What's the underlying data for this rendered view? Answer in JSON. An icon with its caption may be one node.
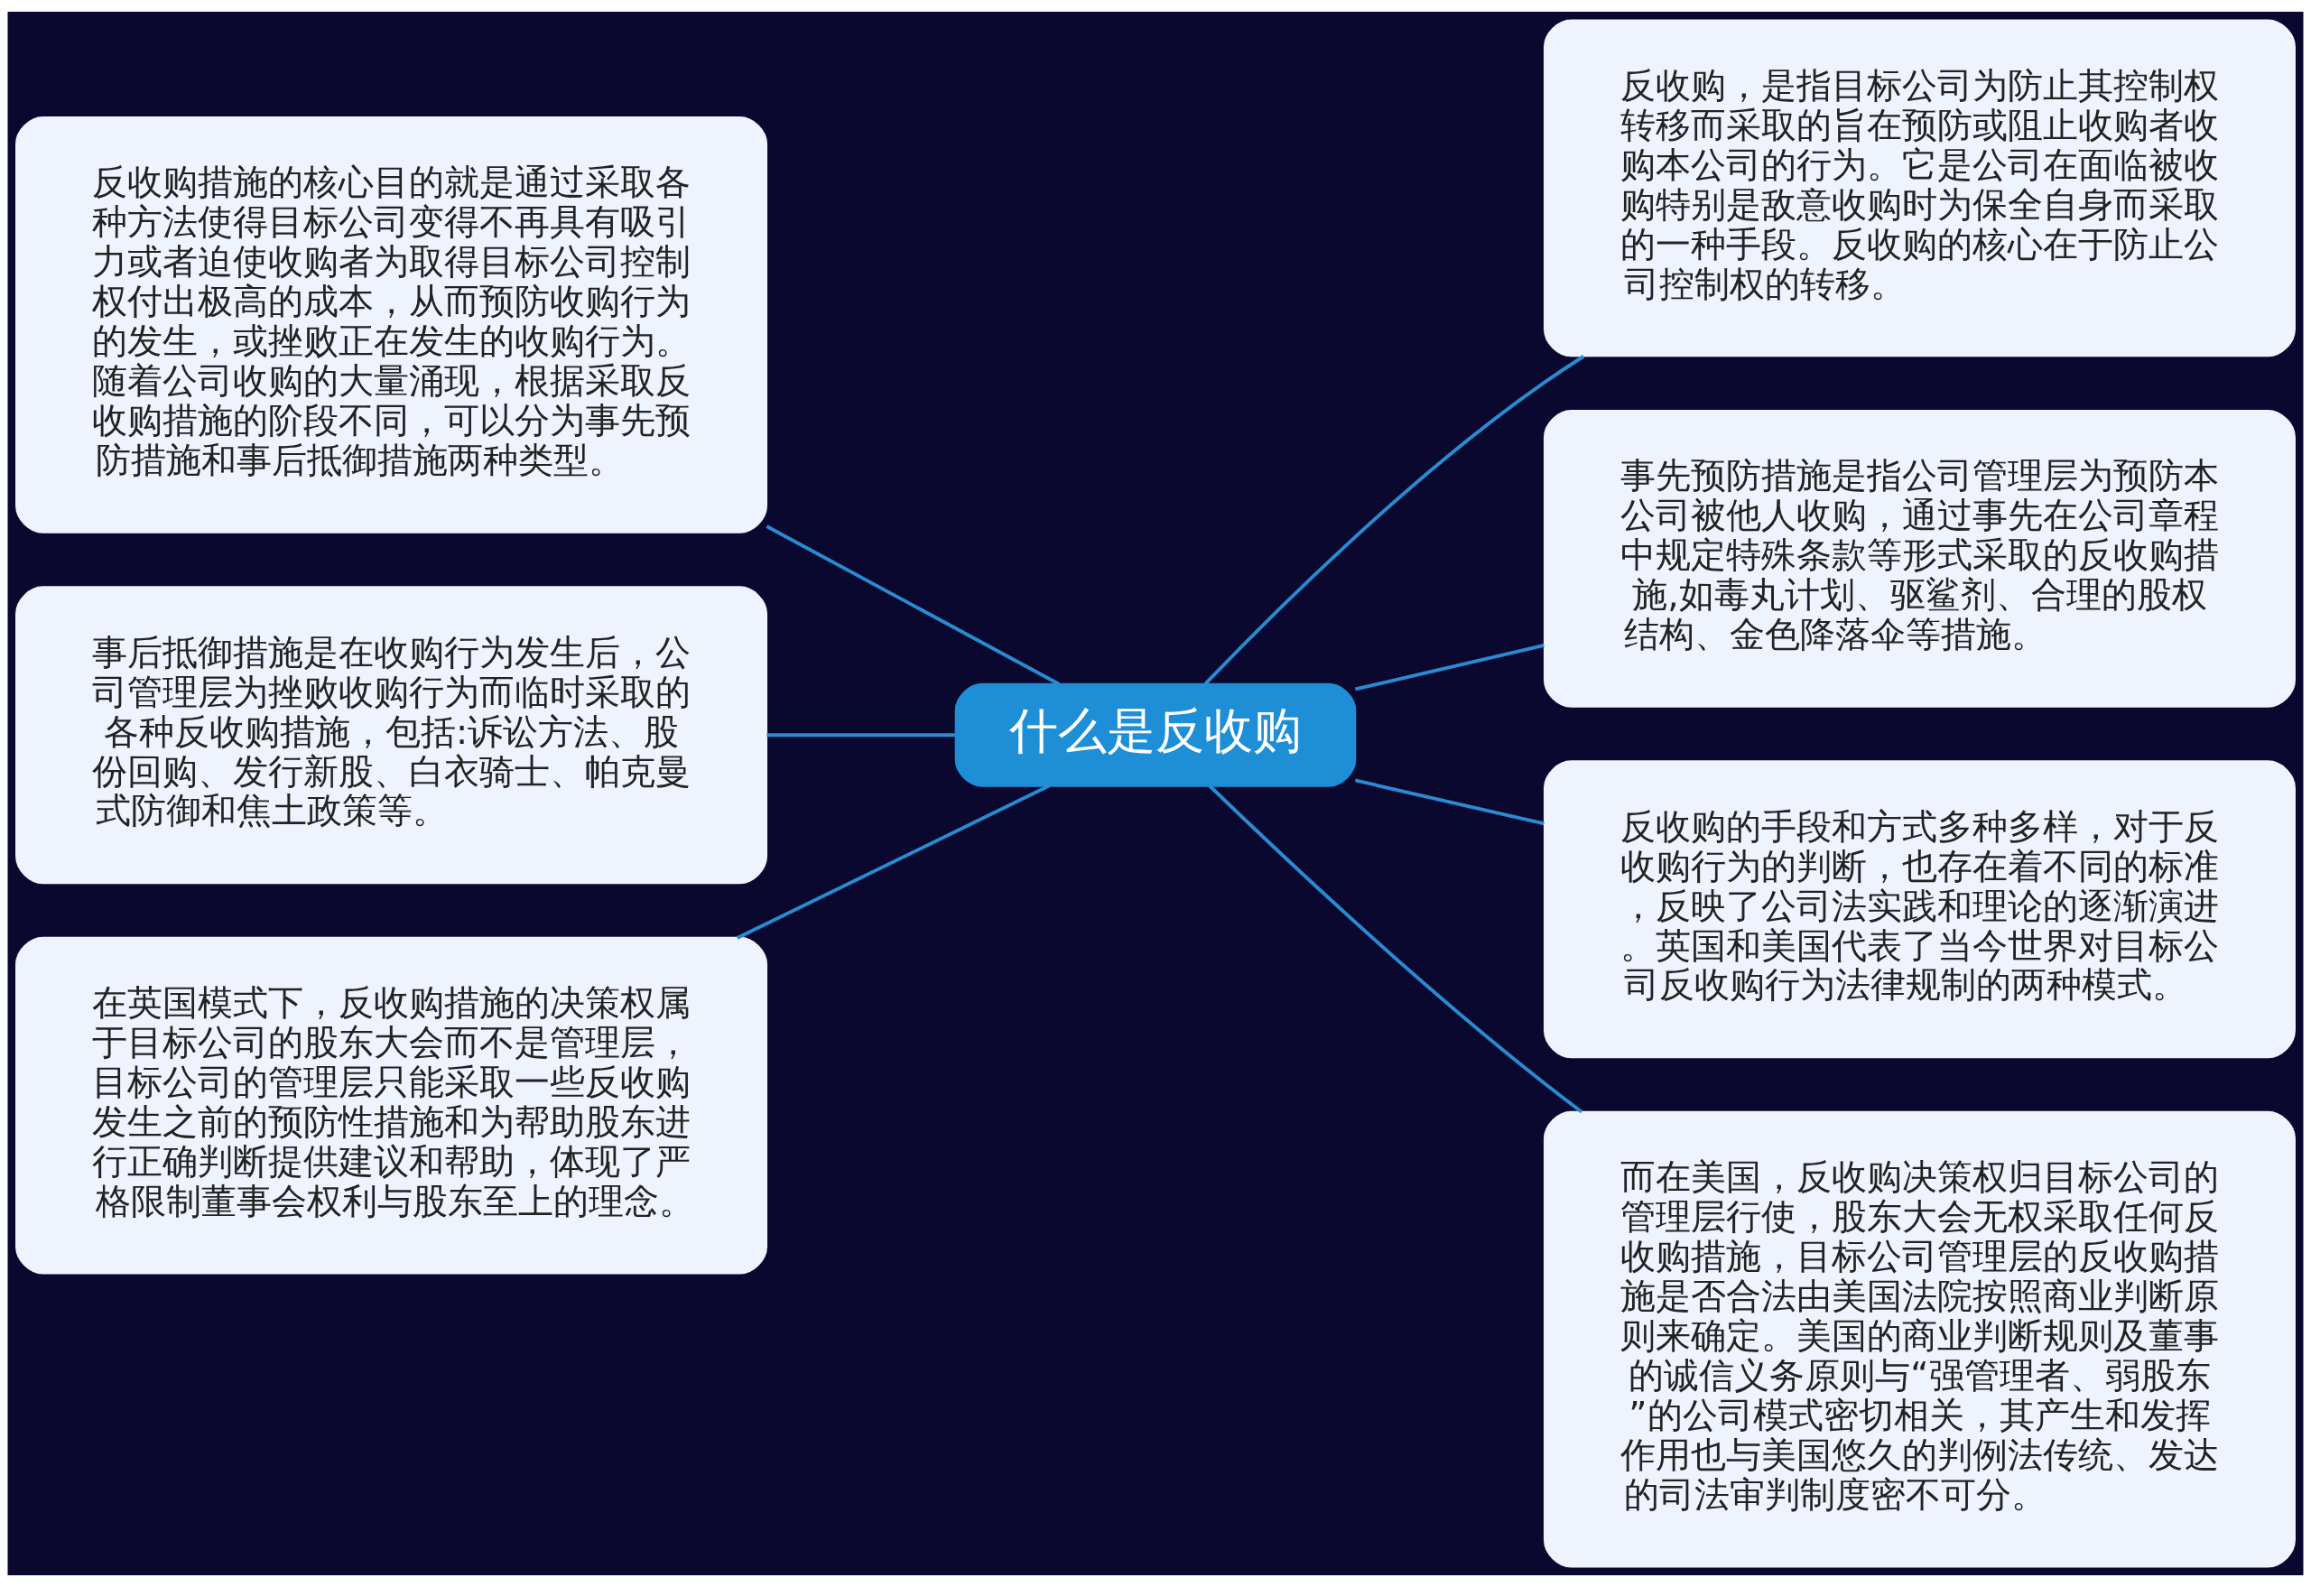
{
  "diagram": {
    "nodes": [
      {
        "text": [
          "什么是反收购"
        ]
      },
      {
        "text": [
          "反收购措施的核心目的就是通过采取各种方法使得目标公司变得不再具有吸引力或者迫使收购者为取得目标公司控制权付出极高的成本，从而预防收购行为的发生，或挫败正在发生的收购行为。随着公司收购的大量涌现，根据采取反收购措施的阶段不同，可以分为事先预防措施和事后抵御措施两种类型。"
        ]
      },
      {
        "text": [
          "事后抵御措施是在收购行为发生后，公司管理层为挫败收购行为而临时采取的各种反收购措施，包括:诉讼方法、股份回购、发行新股、白衣骑士、帕克曼式防御和焦土政策等。"
        ]
      },
      {
        "text": [
          "在英国模式下，反收购措施的决策权属于目标公司的股东大会而不是管理层，目标公司的管理层只能采取一些反收购发生之前的预防性措施和为帮助股东进行正确判断提供建议和帮助，体现了严格限制董事会权利与股东至上的理念。"
        ]
      },
      {
        "text": [
          "反收购，是指目标公司为防止其控制权转移而采取的旨在预防或阻止收购者收购本公司的行为。它是公司在面临被收购特别是敌意收购时为保全自身而采取的一种手段。反收购的核心在于防止公司控制权的转移。"
        ]
      },
      {
        "text": [
          "事先预防措施是指公司管理层为预防本公司被他人收购，通过事先在公司章程中规定特殊条款等形式采取的反收购措施,如毒丸计划、驱鲨剂、合理的股权结构、金色降落伞等措施。"
        ]
      },
      {
        "text": [
          "反收购的手段和方式多种多样，对于反收购行为的判断，也存在着不同的标准，反映了公司法实践和理论的逐渐演进。英国和美国代表了当今世界对目标公司反收购行为法律规制的两种模式。"
        ]
      },
      {
        "text": [
          "而在美国，反收购决策权归目标公司的管理层行使，股东大会无权采取任何反收购措施，目标公司管理层的反收购措施是否合法由美国法院按照商业判断原则来确定。美国的商业判断规则及董事的诚信义务原则与“强管理者、弱股东”的公司模式密切相关，其产生和发挥作用也与美国悠久的判例法传统、发达的司法审判制度密不可分。"
        ]
      }
    ],
    "edges": [
      {
        "from": 0,
        "to": 1,
        "arrow": "none"
      },
      {
        "from": 0,
        "to": 2,
        "arrow": "none"
      },
      {
        "from": 0,
        "to": 3,
        "arrow": "none"
      },
      {
        "from": 0,
        "to": 4,
        "arrow": "none"
      },
      {
        "from": 0,
        "to": 5,
        "arrow": "none"
      },
      {
        "from": 0,
        "to": 6,
        "arrow": "none"
      },
      {
        "from": 0,
        "to": 7,
        "arrow": "none"
      }
    ]
  }
}
